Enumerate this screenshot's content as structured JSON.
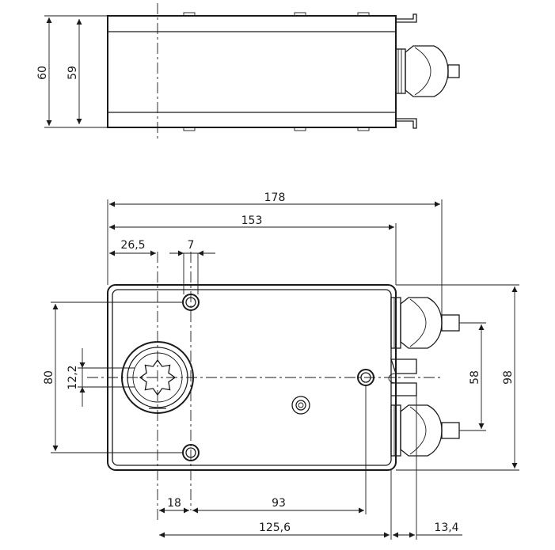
{
  "top_view": {
    "dimensions": {
      "d60": "60",
      "d59": "59"
    }
  },
  "front_view": {
    "dimensions": {
      "d178": "178",
      "d153": "153",
      "d26_5": "26,5",
      "d7": "7",
      "d80": "80",
      "d12_2": "12,2",
      "d18": "18",
      "d93": "93",
      "d125_6": "125,6",
      "d13_4": "13,4",
      "d58": "58",
      "d98": "98"
    }
  }
}
